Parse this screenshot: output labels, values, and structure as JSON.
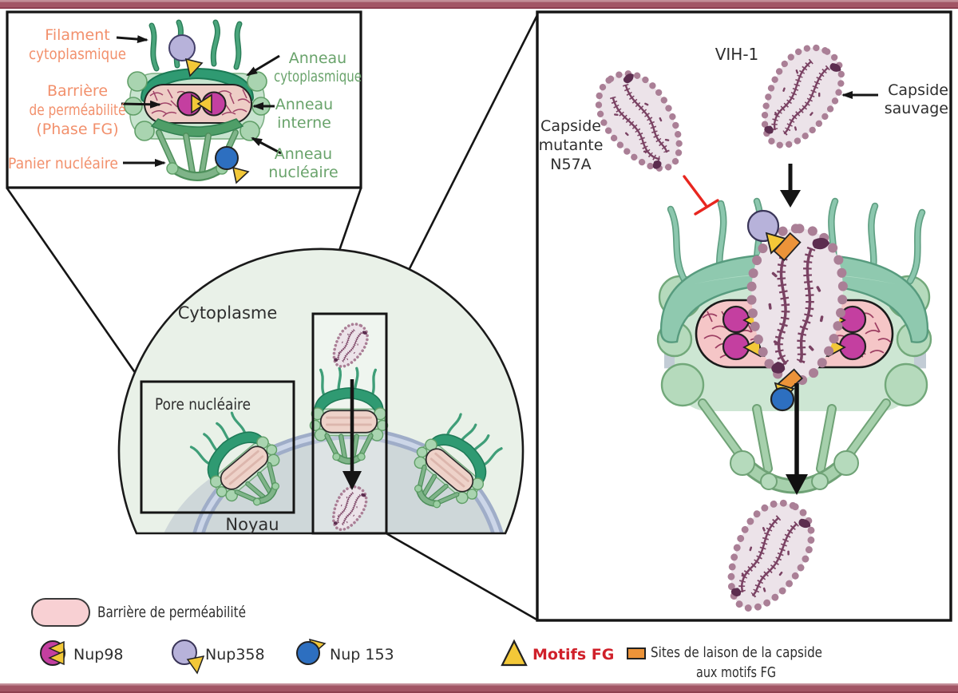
{
  "figure": {
    "type": "scientific-diagram",
    "subject": "HIV-1 capsid crossing the nuclear pore complex"
  },
  "colors": {
    "frame_bar": "#9e4b5b",
    "frame_bar_light": "#c28e98",
    "label_orange": "#f2906c",
    "label_green": "#69a36b",
    "motifs_fg_red": "#d0202a",
    "capsid_dot_outline": "#aa7f96",
    "capsid_fill": "#ece3e9",
    "capsid_rna": "#7a4263",
    "nup98_magenta": "#c43fa0",
    "nup358_purple": "#b7b2da",
    "nup153_blue": "#2d6fc0",
    "fg_yellow": "#f3c838",
    "binding_site_orange": "#ec9339",
    "barrier_pink": "#f5c6c7",
    "pore_teal": "#8fc9af",
    "pore_dark_green": "#2f9a72",
    "pore_light_green": "#cde6d3",
    "cytoplasm_green": "#e9f1e8",
    "nucleus_gray": "#ced7d9",
    "envelope_blue": "#9fadc8",
    "inhibit_red": "#e8261f"
  },
  "inset": {
    "filament_lines": [
      "Filament",
      "cytoplasmique"
    ],
    "barriere_lines": [
      "Barrière",
      "de perméabilité",
      "(Phase FG)"
    ],
    "panier": "Panier nucléaire",
    "anneau_cyto_lines": [
      "Anneau",
      "cytoplasmique"
    ],
    "anneau_interne_lines": [
      "Anneau",
      "interne"
    ],
    "anneau_nucleaire_lines": [
      "Anneau",
      "nucléaire"
    ]
  },
  "cell": {
    "cytoplasme": "Cytoplasme",
    "pore_nucleaire": "Pore nucléaire",
    "noyau": "Noyau"
  },
  "panel": {
    "vih1": "VIH-1",
    "capside_sauvage_lines": [
      "Capside",
      "sauvage"
    ],
    "capside_mutante_lines": [
      "Capside",
      "mutante",
      "N57A"
    ]
  },
  "legend": {
    "barriere": "Barrière de perméabilité",
    "nup98": "Nup98",
    "nup358": "Nup358",
    "nup153": "Nup 153",
    "motifs_fg": "Motifs FG",
    "sites_lines": [
      "Sites de laison de la capside",
      "aux motifs FG"
    ],
    "icons": [
      "barrier-pill-icon",
      "nup98-icon",
      "nup358-icon",
      "nup153-icon",
      "fg-triangle-icon",
      "binding-site-rect-icon"
    ]
  }
}
